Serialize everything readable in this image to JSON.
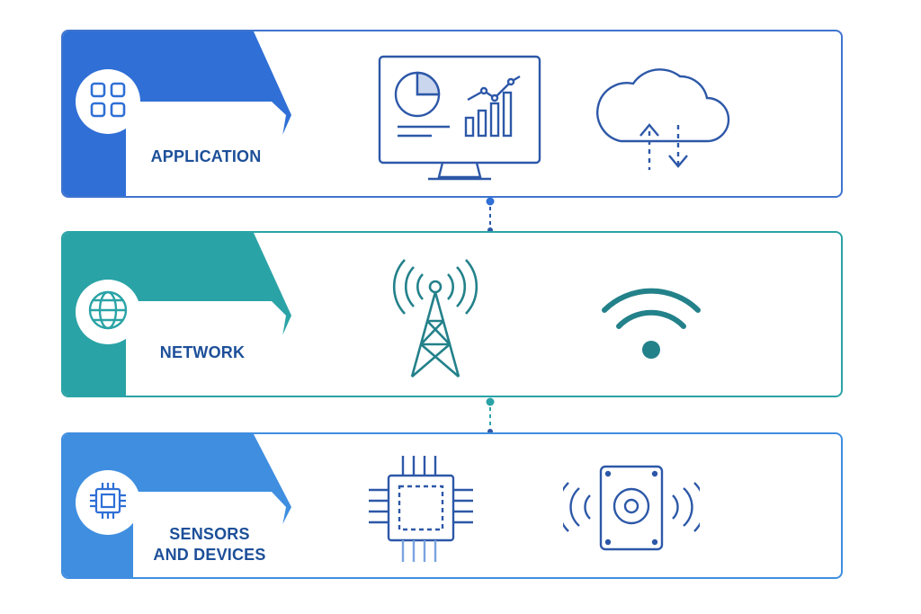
{
  "colors": {
    "application": "#2f6fd6",
    "network": "#2aa3a6",
    "sensors": "#3f8ee0",
    "text": "#1d4f99",
    "border": "#3f74cf"
  },
  "layers": [
    {
      "id": "application",
      "title": "APPLICATION",
      "badge_icon": "app-grid-icon",
      "icons": [
        "dashboard-monitor-icon",
        "cloud-sync-icon"
      ]
    },
    {
      "id": "network",
      "title": "NETWORK",
      "badge_icon": "globe-icon",
      "icons": [
        "cell-tower-icon",
        "wifi-icon"
      ]
    },
    {
      "id": "sensors",
      "title_line1": "SENSORS",
      "title_line2": "AND DEVICES",
      "badge_icon": "chip-icon",
      "icons": [
        "microchip-icon",
        "speaker-sensor-icon"
      ]
    }
  ]
}
